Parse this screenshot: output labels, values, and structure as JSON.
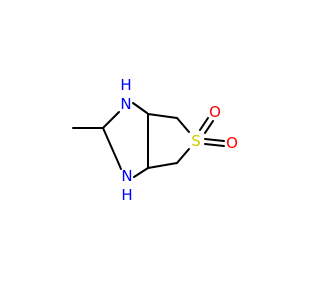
{
  "structure": {
    "atoms": [
      {
        "id": "n_top",
        "label": "H\nN",
        "color": "#0000FF"
      },
      {
        "id": "n_bottom",
        "label": "N\nH",
        "color": "#0000FF"
      },
      {
        "id": "s",
        "label": "S",
        "color": "#CCCC00"
      },
      {
        "id": "o_top",
        "label": "O",
        "color": "#FF0000"
      },
      {
        "id": "o_right",
        "label": "O",
        "color": "#FF0000"
      }
    ]
  },
  "labels": {
    "n_top_h": "H",
    "n_top_n": "N",
    "n_bottom_n": "N",
    "n_bottom_h": "H",
    "sulfur": "S",
    "oxygen_top": "O",
    "oxygen_right": "O"
  },
  "colors": {
    "bond": "#000000",
    "nitrogen": "#0000FF",
    "sulfur": "#CCCC00",
    "oxygen": "#FF0000"
  }
}
